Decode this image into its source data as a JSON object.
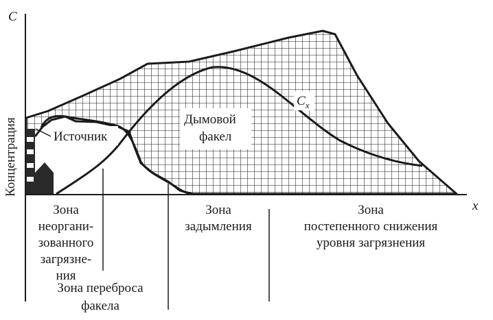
{
  "axes": {
    "y_symbol": "C",
    "x_symbol": "x",
    "y_label": "Концентрация"
  },
  "labels": {
    "source": "Источник",
    "plume_line1": "Дымовой",
    "plume_line2": "факел",
    "cx_main": "C",
    "cx_sub": "x"
  },
  "zones": {
    "zone1": [
      "Зона",
      "неоргани-",
      "зованного",
      "загрязне-",
      "ния"
    ],
    "zone_transfer": [
      "Зона переброса",
      "факела"
    ],
    "zone2": [
      "Зона",
      "задымления"
    ],
    "zone3": [
      "Зона",
      "постепенного снижения",
      "уровня загрязнения"
    ]
  },
  "colors": {
    "ink": "#1a1a1a",
    "background": "#ffffff"
  }
}
